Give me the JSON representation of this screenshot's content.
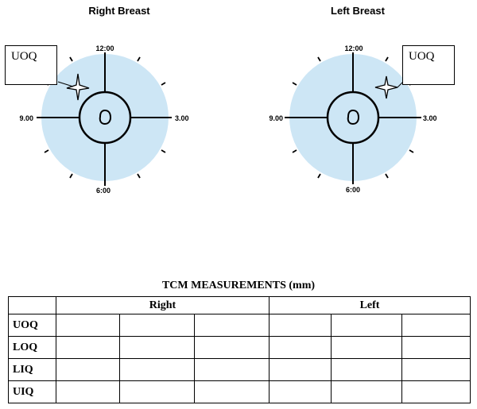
{
  "right_breast": {
    "title": "Right Breast",
    "clock": {
      "top": "12:00",
      "right": "3.00",
      "bottom": "6:00",
      "left": "9.00"
    },
    "quadrant_label": "UOQ"
  },
  "left_breast": {
    "title": "Left Breast",
    "clock": {
      "top": "12:00",
      "right": "3.00",
      "bottom": "6:00",
      "left": "9.00"
    },
    "quadrant_label": "UOQ"
  },
  "table": {
    "title": "TCM MEASUREMENTS (mm)",
    "groups": [
      "Right",
      "Left"
    ],
    "rows": [
      "UOQ",
      "LOQ",
      "LIQ",
      "UIQ"
    ]
  },
  "colors": {
    "breast_fill": "#cde6f5",
    "line": "#000000"
  }
}
